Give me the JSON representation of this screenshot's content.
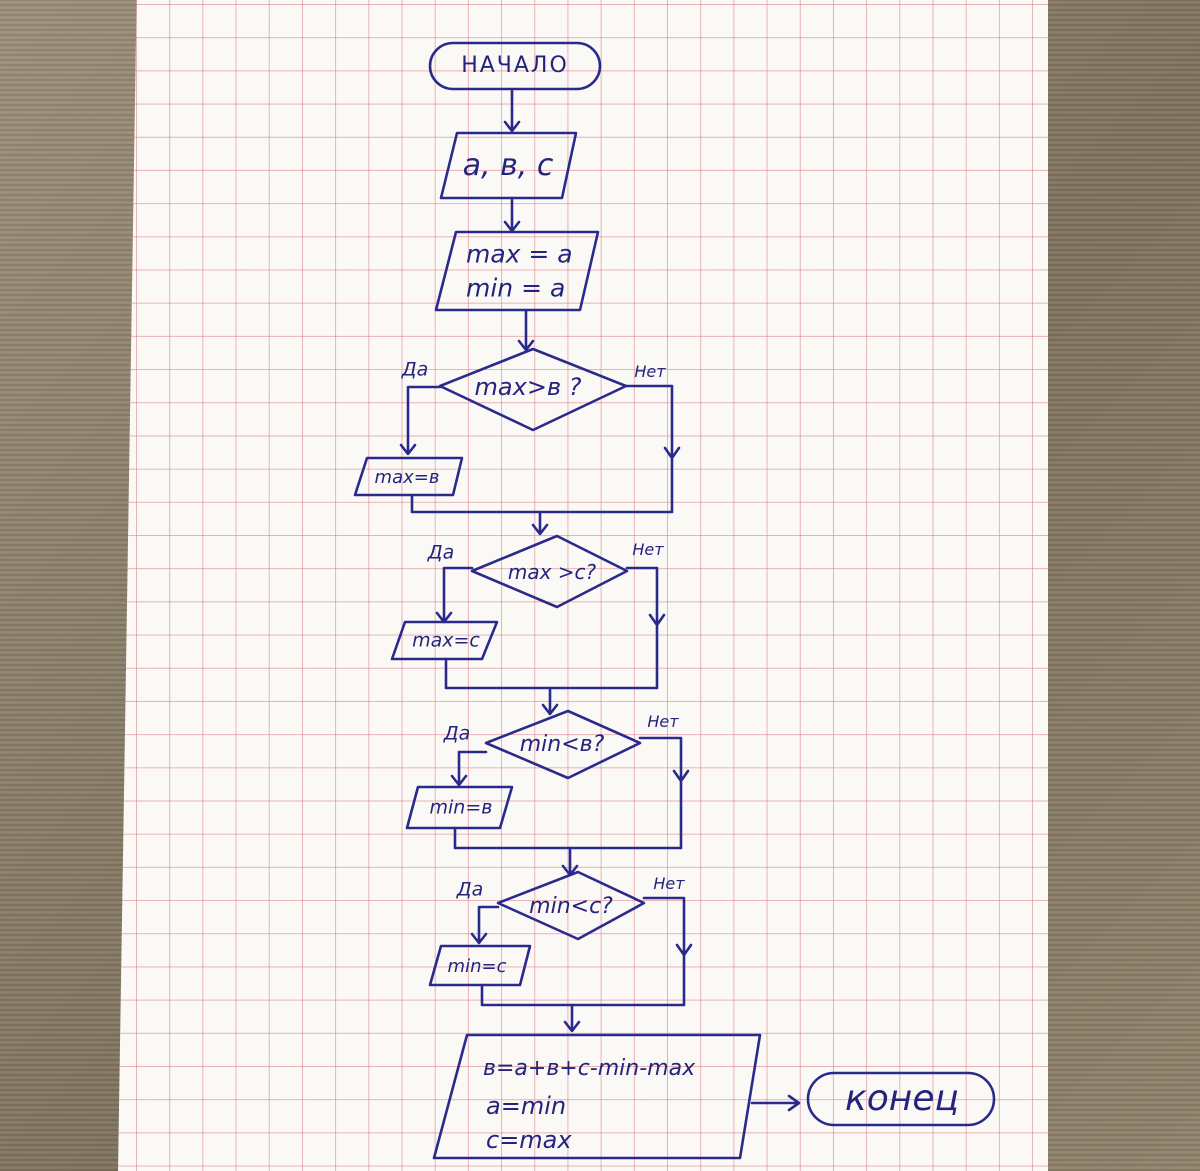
{
  "diagram": {
    "start": "НАЧАЛО",
    "input": "a, в, c",
    "init": [
      "max = a",
      "min = a"
    ],
    "decisions": [
      {
        "cond": "max>в ?",
        "yes": "Да",
        "no": "Нет",
        "action": "max=в"
      },
      {
        "cond": "max >c?",
        "yes": "Да",
        "no": "Нет",
        "action": "max=c"
      },
      {
        "cond": "min<в?",
        "yes": "Да",
        "no": "Нет",
        "action": "min=в"
      },
      {
        "cond": "min<c?",
        "yes": "Да",
        "no": "Нет",
        "action": "min=c"
      }
    ],
    "final": [
      "в=a+в+c-min-max",
      "a=min",
      "c=max"
    ],
    "end": "конец"
  },
  "colors": {
    "ink": "#2a2a8c",
    "grid": "#d77882",
    "paper": "#fbf9f5"
  }
}
